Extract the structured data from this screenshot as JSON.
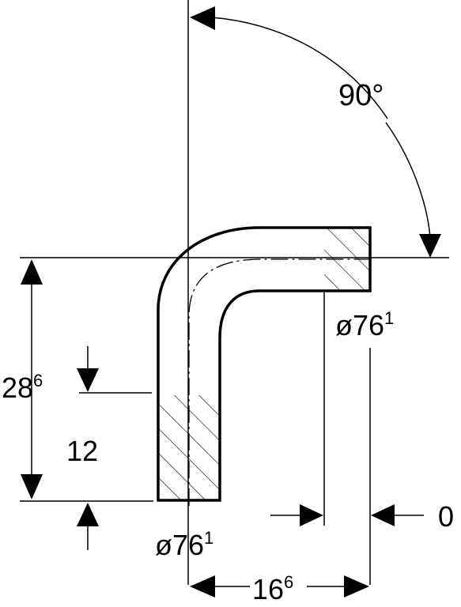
{
  "colors": {
    "stroke": "#000000",
    "background": "#ffffff"
  },
  "labels": {
    "angle": "90°",
    "diameter_right_base": "ø76",
    "diameter_right_sup": "1",
    "diameter_bottom_base": "ø76",
    "diameter_bottom_sup": "1",
    "height_total_base": "28",
    "height_total_sup": "6",
    "height_lower": "12",
    "width_base": "16",
    "width_sup": "6",
    "zero": "0"
  }
}
